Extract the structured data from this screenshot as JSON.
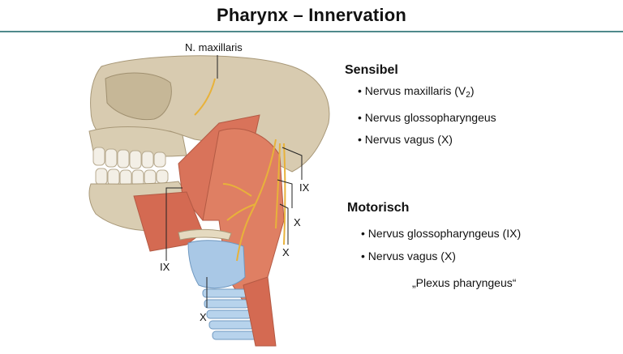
{
  "title": "Pharynx – Innervation",
  "figure": {
    "labels": {
      "maxillaris": "N. maxillaris",
      "ix_right": "IX",
      "x_right_upper": "X",
      "x_right_lower": "X",
      "ix_left": "IX",
      "x_bottom": "X"
    }
  },
  "sensibel": {
    "heading": "Sensibel",
    "items": [
      {
        "text": "Nervus maxillaris (V",
        "sub": "2",
        "suffix": ")"
      },
      {
        "text": "Nervus glossopharyngeus"
      },
      {
        "text": "Nervus vagus (X)"
      }
    ]
  },
  "motorisch": {
    "heading": "Motorisch",
    "items": [
      {
        "text": "Nervus glossopharyngeus (IX)"
      },
      {
        "text": "Nervus vagus (X)"
      }
    ],
    "note": "„Plexus pharyngeus“"
  },
  "colors": {
    "accent_rule": "#4f8a8b",
    "bone": "#d9cdb2",
    "muscle": "#d9735a",
    "nerve": "#e8b23a",
    "cartilage": "#a9c8e6"
  }
}
